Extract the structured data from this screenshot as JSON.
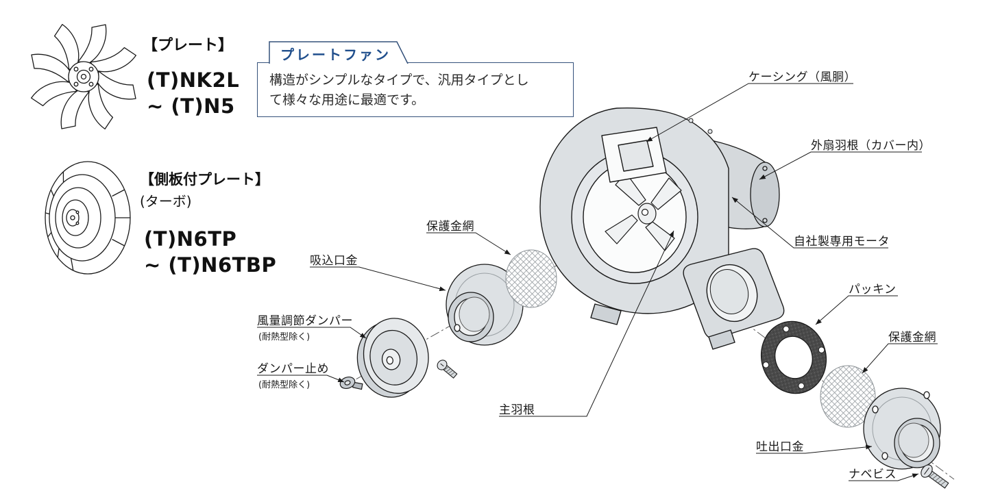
{
  "left_panel": {
    "plate": {
      "heading": "【プレート】",
      "model_line1": "(T)NK2L",
      "model_line2": "~ (T)N5"
    },
    "turbo": {
      "heading": "【側板付プレート】",
      "subheading": "(ターボ)",
      "model_line1": "(T)N6TP",
      "model_line2": "~ (T)N6TBP"
    }
  },
  "callout": {
    "title": "プレートファン",
    "description_line1": "構造がシンプルなタイプで、汎用タイプとし",
    "description_line2": "て様々な用途に最適です。"
  },
  "labels": {
    "casing": "ケーシング（風胴）",
    "external_fan": "外扇羽根（カバー内）",
    "motor": "自社製専用モータ",
    "packing": "パッキン",
    "mesh_right": "保護金網",
    "mesh_left": "保護金網",
    "suction_flange": "吸込口金",
    "damper": "風量調節ダンパー",
    "damper_note": "(耐熱型除く)",
    "damper_stopper": "ダンパー止め",
    "damper_stopper_note": "(耐熱型除く)",
    "main_blade": "主羽根",
    "discharge_flange": "吐出口金",
    "pan_screw": "ナベビス"
  },
  "colors": {
    "accent_blue": "#1f4e8c",
    "callout_border": "#33507a",
    "line": "#1a1a1a",
    "part_fill": "#dde1e4",
    "gasket_fill": "#4d4d4d"
  }
}
